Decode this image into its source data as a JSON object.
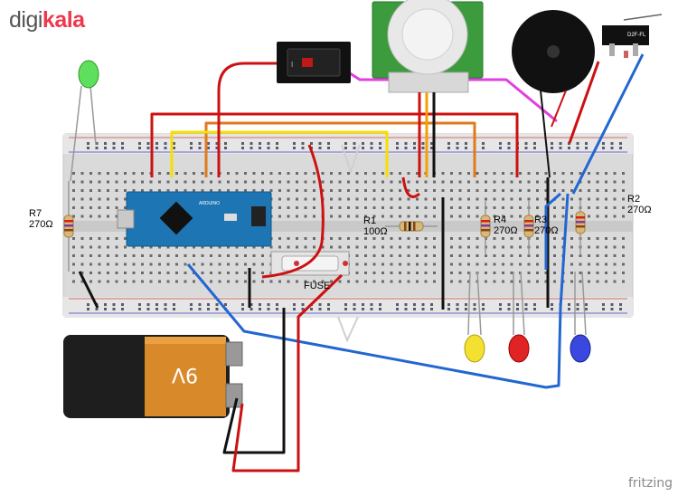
{
  "brand": {
    "part1": "digi",
    "part2": "kala",
    "accent": "#ee384e"
  },
  "labels": {
    "r7_name": "R7",
    "r7_value": "270Ω",
    "r2_name": "R2",
    "r2_value": "270Ω",
    "r1_name": "R1",
    "r1_value": "100Ω",
    "r4_name": "R4",
    "r4_value": "270Ω",
    "r3_name": "R3",
    "r3_value": "270Ω",
    "fuse": "FUSE",
    "switch_label": "D2F-FL",
    "battery": "9V"
  },
  "watermark": "fritzing",
  "colors": {
    "red_wire": "#cc1111",
    "yellow_wire": "#f5e000",
    "orange_wire": "#e07a1a",
    "blue_wire": "#2266d0",
    "pink_wire": "#e040e0",
    "black_wire": "#111111",
    "arduino": "#1d75b3",
    "pir_board": "#3c9b3c",
    "breadboard": "#d9d9d9"
  }
}
